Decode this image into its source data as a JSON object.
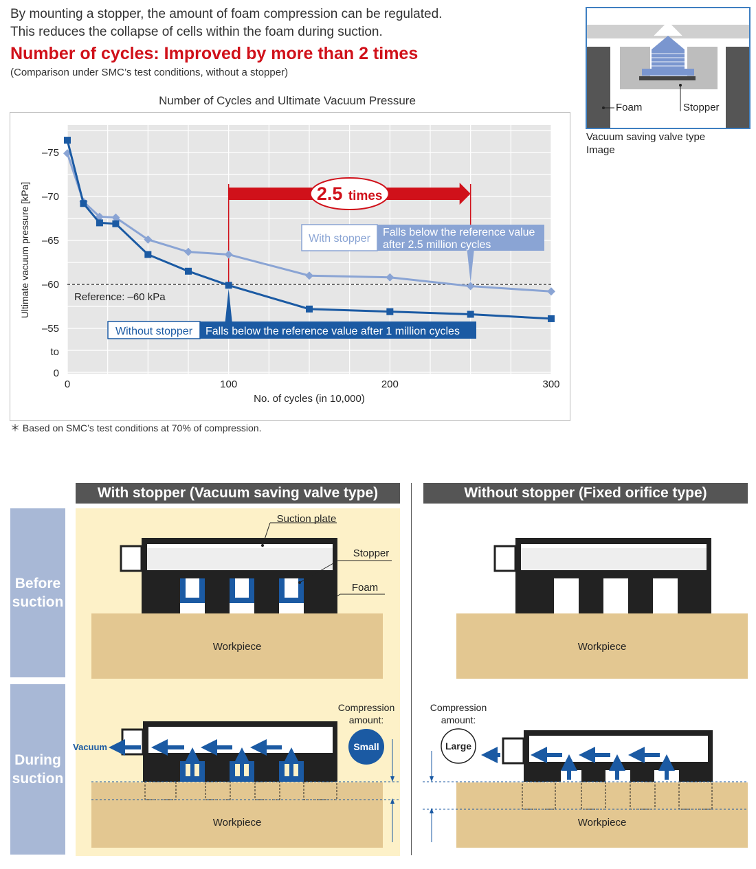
{
  "intro": {
    "line1": "By mounting a stopper, the amount of foam compression can be regulated.",
    "line2": "This reduces the collapse of cells within the foam during suction.",
    "headline": "Number of cycles: Improved by more than 2 times",
    "subnote": "(Comparison under SMC’s test conditions, without a stopper)"
  },
  "chart_data": {
    "type": "line",
    "title": "Number of Cycles and Ultimate Vacuum Pressure",
    "xlabel": "No. of cycles (in 10,000)",
    "ylabel": "Ultimate vacuum pressure [kPa]",
    "xlim": [
      0,
      300
    ],
    "xticks": [
      "0",
      "100",
      "200",
      "300"
    ],
    "yticks": [
      "–75",
      "–70",
      "–65",
      "–60",
      "–55",
      "to",
      "0"
    ],
    "ylim": [
      -53,
      -77
    ],
    "axis_break": true,
    "grid": true,
    "reference": {
      "value": -60,
      "label": "Reference: –60 kPa"
    },
    "series": [
      {
        "name": "With stopper",
        "color": "#8aa4d4",
        "marker": "diamond",
        "x": [
          0,
          10,
          20,
          30,
          50,
          75,
          100,
          150,
          200,
          250,
          300
        ],
        "values": [
          -74.9,
          -69.4,
          -67.7,
          -67.6,
          -65.1,
          -63.7,
          -63.4,
          -61.0,
          -60.8,
          -59.8,
          -59.2
        ]
      },
      {
        "name": "Without stopper",
        "color": "#1b5aa3",
        "marker": "square",
        "x": [
          0,
          10,
          20,
          30,
          50,
          75,
          100,
          150,
          200,
          250,
          300
        ],
        "values": [
          -76.4,
          -69.2,
          -67.0,
          -66.9,
          -63.4,
          -61.5,
          -59.9,
          -57.2,
          -56.9,
          -56.6,
          -56.1
        ]
      }
    ],
    "annotations": {
      "ratio": "2.5",
      "ratio_unit": "times",
      "with_stopper_label": "With stopper",
      "with_stopper_note_1": "Falls below the reference value",
      "with_stopper_note_2": "after 2.5 million cycles",
      "without_stopper_label": "Without stopper",
      "without_stopper_note": "Falls below the reference value after 1 million cycles"
    }
  },
  "footnote": "＊ Based on SMC’s test conditions at 70% of compression.",
  "image_box": {
    "foam_label": "Foam",
    "stopper_label": "Stopper",
    "caption_1": "Vacuum saving valve type",
    "caption_2": "Image"
  },
  "comparison": {
    "left_title": "With stopper (Vacuum saving valve type)",
    "right_title": "Without stopper (Fixed orifice type)",
    "row1_label_1": "Before",
    "row1_label_2": "suction",
    "row2_label_1": "During",
    "row2_label_2": "suction",
    "suction_plate": "Suction plate",
    "stopper": "Stopper",
    "foam": "Foam",
    "workpiece": "Workpiece",
    "vacuum": "Vacuum",
    "compression_1": "Compression",
    "compression_2": "amount:",
    "small": "Small",
    "large": "Large"
  },
  "colors": {
    "red": "#d0111a",
    "dark_blue": "#1b5aa3",
    "light_blue": "#8aa4d4",
    "workpiece": "#e3c791",
    "left_bg": "#fdf1c8",
    "row_label": "#a8b8d6"
  }
}
